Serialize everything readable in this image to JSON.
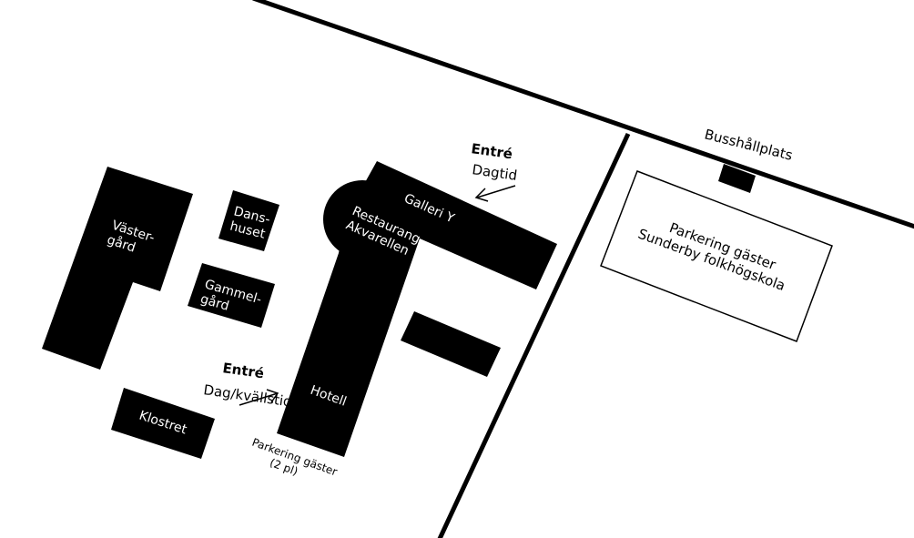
{
  "colors": {
    "background": "#ffffff",
    "building": "#000000",
    "road": "#000000",
    "label_on_building": "#ffffff",
    "label": "#000000"
  },
  "buildings": {
    "vastergard": "Väster-\ngård",
    "danshuset": "Dans-\nhuset",
    "gammelgard": "Gammel-\ngård",
    "klostret": "Klostret",
    "galleri_y": "Galleri Y",
    "restaurang": "Restaurang\nAkvarellen",
    "hotell": "Hotell"
  },
  "entrances": {
    "day": {
      "title": "Entré",
      "subtitle": "Dagtid"
    },
    "day_evening": {
      "title": "Entré",
      "subtitle": "Dag/kvällstid"
    }
  },
  "labels": {
    "bus_stop": "Busshållplats",
    "guest_parking_main": "Parkering gäster\nSunderby folkhögskola",
    "guest_parking_small": "Parkering gäster\n(2 pl)"
  }
}
